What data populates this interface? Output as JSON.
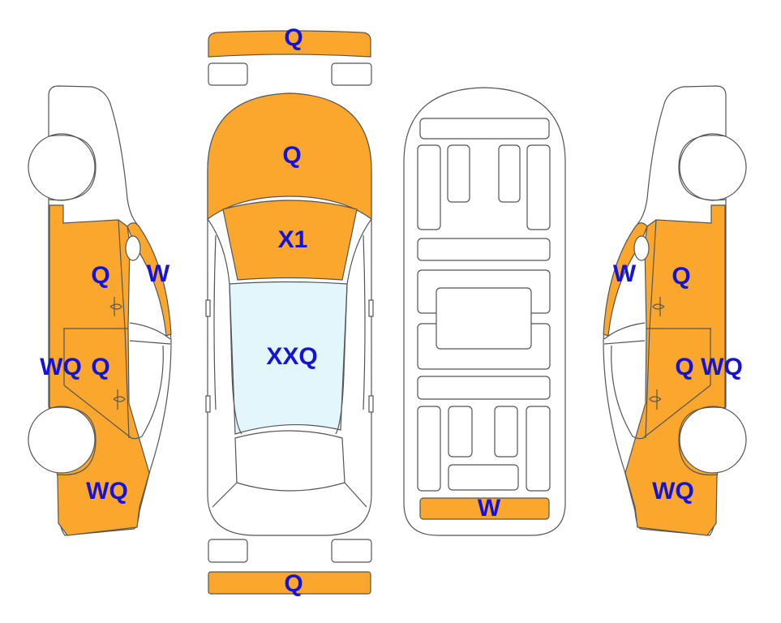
{
  "colors": {
    "damage_fill": "#FBA72E",
    "roof_fill": "#E2F6FC",
    "label": "#1414D8",
    "outline": "#555555"
  },
  "views": {
    "front_bumper": {
      "label": "Q"
    },
    "top": {
      "hood": "Q",
      "windshield": "X1",
      "roof": "XXQ"
    },
    "rear_bumper": {
      "label": "Q"
    },
    "underside": {
      "rear_panel": "W"
    },
    "left_side": {
      "front_door": "Q",
      "a_pillar": "W",
      "sill": "WQ",
      "rear_door": "Q",
      "rear_fender": "WQ"
    },
    "right_side": {
      "a_pillar": "W",
      "front_door": "Q",
      "rear_door": "Q",
      "sill": "WQ",
      "rear_fender": "WQ"
    }
  }
}
